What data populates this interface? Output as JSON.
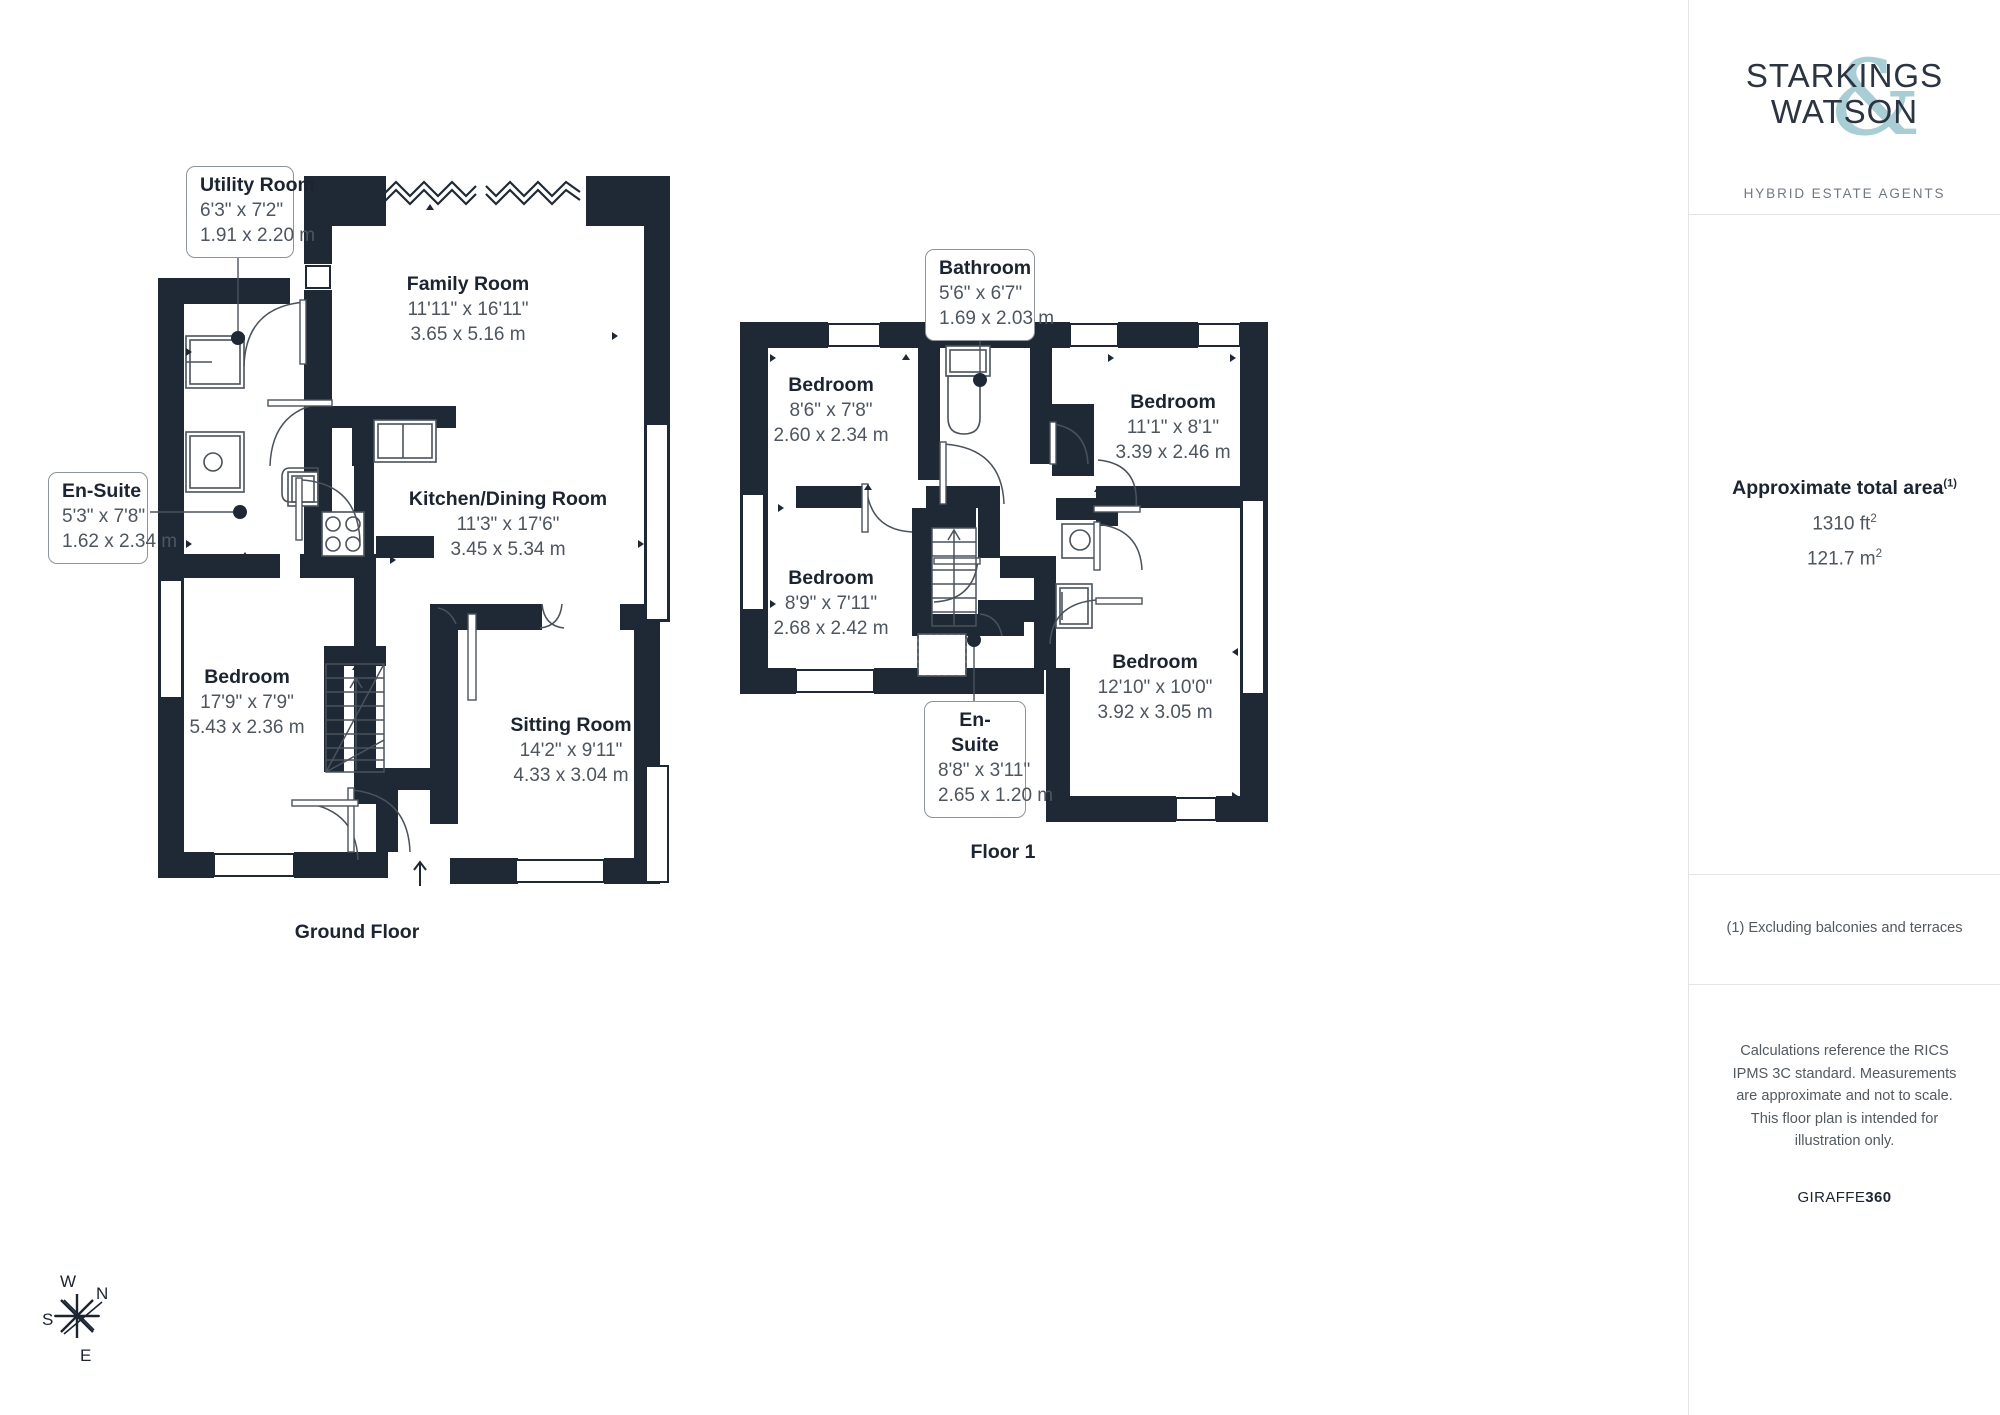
{
  "sidebar": {
    "logo": {
      "line1": "STARKINGS",
      "line2": "WATSON",
      "ampersand": "&",
      "tagline": "HYBRID ESTATE AGENTS",
      "brand_color": "#a8cdd4",
      "text_color": "#2b3440"
    },
    "area": {
      "title": "Approximate total area",
      "title_superscript": "(1)",
      "imperial": "1310 ft",
      "imperial_sup": "2",
      "metric": "121.7 m",
      "metric_sup": "2"
    },
    "footnote": "(1) Excluding balconies and terraces",
    "disclaimer": "Calculations reference the RICS IPMS 3C standard. Measurements are approximate and not to scale. This floor plan is intended for illustration only.",
    "provider_prefix": "GIRAFFE",
    "provider_suffix": "360"
  },
  "floors": [
    {
      "id": "ground",
      "caption": "Ground Floor"
    },
    {
      "id": "first",
      "caption": "Floor 1"
    }
  ],
  "compass": {
    "north": "N",
    "south": "S",
    "east": "E",
    "west": "W"
  },
  "rooms": {
    "ground": [
      {
        "name": "Utility Room",
        "imperial": "6'3\" x 7'2\"",
        "metric": "1.91 x 2.20 m",
        "style": "callout"
      },
      {
        "name": "Family Room",
        "imperial": "11'11\" x 16'11\"",
        "metric": "3.65 x 5.16 m",
        "style": "plain"
      },
      {
        "name": "En-Suite",
        "imperial": "5'3\" x 7'8\"",
        "metric": "1.62 x 2.34 m",
        "style": "callout"
      },
      {
        "name": "Kitchen/Dining Room",
        "imperial": "11'3\" x 17'6\"",
        "metric": "3.45 x 5.34 m",
        "style": "plain"
      },
      {
        "name": "Bedroom",
        "imperial": "17'9\" x 7'9\"",
        "metric": "5.43 x 2.36 m",
        "style": "plain"
      },
      {
        "name": "Sitting Room",
        "imperial": "14'2\" x 9'11\"",
        "metric": "4.33 x 3.04 m",
        "style": "plain"
      }
    ],
    "first": [
      {
        "name": "Bathroom",
        "imperial": "5'6\" x 6'7\"",
        "metric": "1.69 x 2.03 m",
        "style": "callout"
      },
      {
        "name": "Bedroom",
        "imperial": "8'6\" x 7'8\"",
        "metric": "2.60 x 2.34 m",
        "style": "plain"
      },
      {
        "name": "Bedroom",
        "imperial": "11'1\" x 8'1\"",
        "metric": "3.39 x 2.46 m",
        "style": "plain"
      },
      {
        "name": "Bedroom",
        "imperial": "8'9\" x 7'11\"",
        "metric": "2.68 x 2.42 m",
        "style": "plain"
      },
      {
        "name": "Bedroom",
        "imperial": "12'10\" x 10'0\"",
        "metric": "3.92 x 3.05 m",
        "style": "plain"
      },
      {
        "name": "En- Suite",
        "name_line1": "En-",
        "name_line2": "Suite",
        "imperial": "8'8\" x 3'11\"",
        "metric": "2.65 x 1.20 m",
        "style": "callout"
      }
    ]
  },
  "colors": {
    "wall": "#1f2935",
    "line": "#4a525b",
    "text_dark": "#1b2430",
    "text_grey": "#4d555e",
    "border": "#8d949b"
  }
}
